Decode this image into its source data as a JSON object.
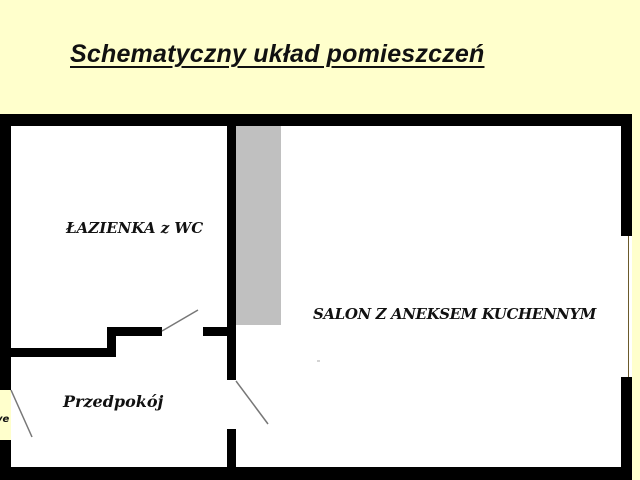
{
  "title": "Schematyczny układ pomieszczeń",
  "rooms": {
    "bathroom": "ŁAZIENKA z WC",
    "living_room": "SALON Z ANEKSEM KUCHENNYM",
    "hallway": "Przedpokój"
  },
  "entrance_label_fragment": "ve",
  "colors": {
    "background": "#FFFFCC",
    "wall": "#000000",
    "floor": "#FFFFFF",
    "column": "#C0C0C0",
    "door": "#777777"
  }
}
